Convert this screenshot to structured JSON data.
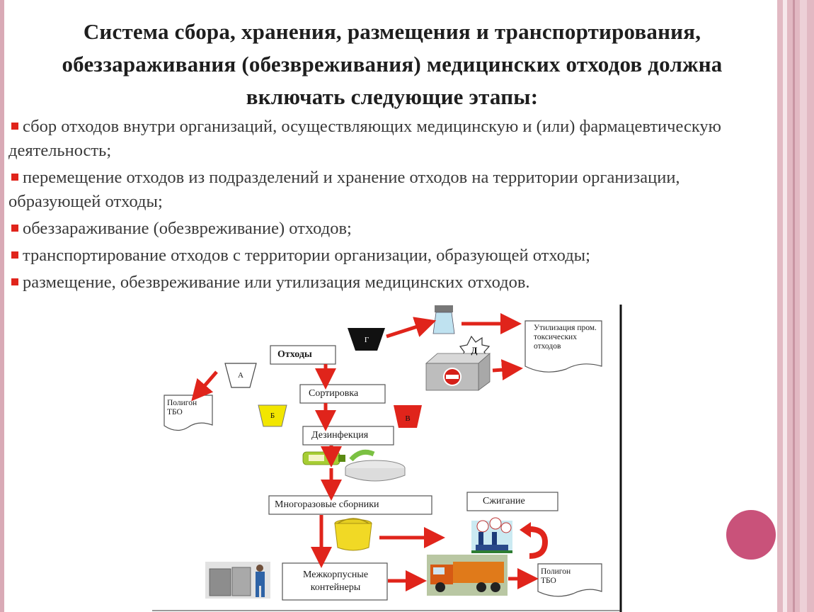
{
  "slide": {
    "title": "Система сбора, хранения, размещения и транспортирования, обеззараживания (обезвреживания) медицинских отходов должна включать следующие этапы:",
    "bullets": [
      "сбор отходов внутри организаций, осуществляющих медицинскую и (или) фармацевтическую деятельность;",
      "перемещение отходов из подразделений и хранение отходов на территории организации, образующей отходы;",
      "обеззараживание (обезвреживание) отходов;",
      "транспортирование отходов с территории организации, образующей отходы;",
      "размещение, обезвреживание или утилизация медицинских отходов."
    ],
    "colors": {
      "bullet": "#e0241b",
      "arrow": "#e0241b",
      "frame": "#d9aab6",
      "accent_dot": "#c9527a",
      "class_b": "#f2e600"
    }
  },
  "diagram": {
    "waste_label": "Отходы",
    "sorting_label": "Сортировка",
    "disinfection_label": "Дезинфекция",
    "reusable_label": "Многоразовые сборники",
    "containers_label": "Межкорпусные контейнеры",
    "burning_label": "Сжигание",
    "landfill_left_label": "Полигон ТБО",
    "landfill_right_label": "Полигон ТБО",
    "recycling_label": "Утилизация пром. токсических отходов",
    "classes": {
      "a": "А",
      "b": "Б",
      "v": "В",
      "g": "Г",
      "d": "Д"
    },
    "icons": [
      "lamp-icon",
      "toxic-box-icon",
      "disinfectant-bottle-icon",
      "basin-icon",
      "bucket-icon",
      "factory-icon",
      "workers-containers-icon",
      "garbage-truck-icon"
    ]
  }
}
